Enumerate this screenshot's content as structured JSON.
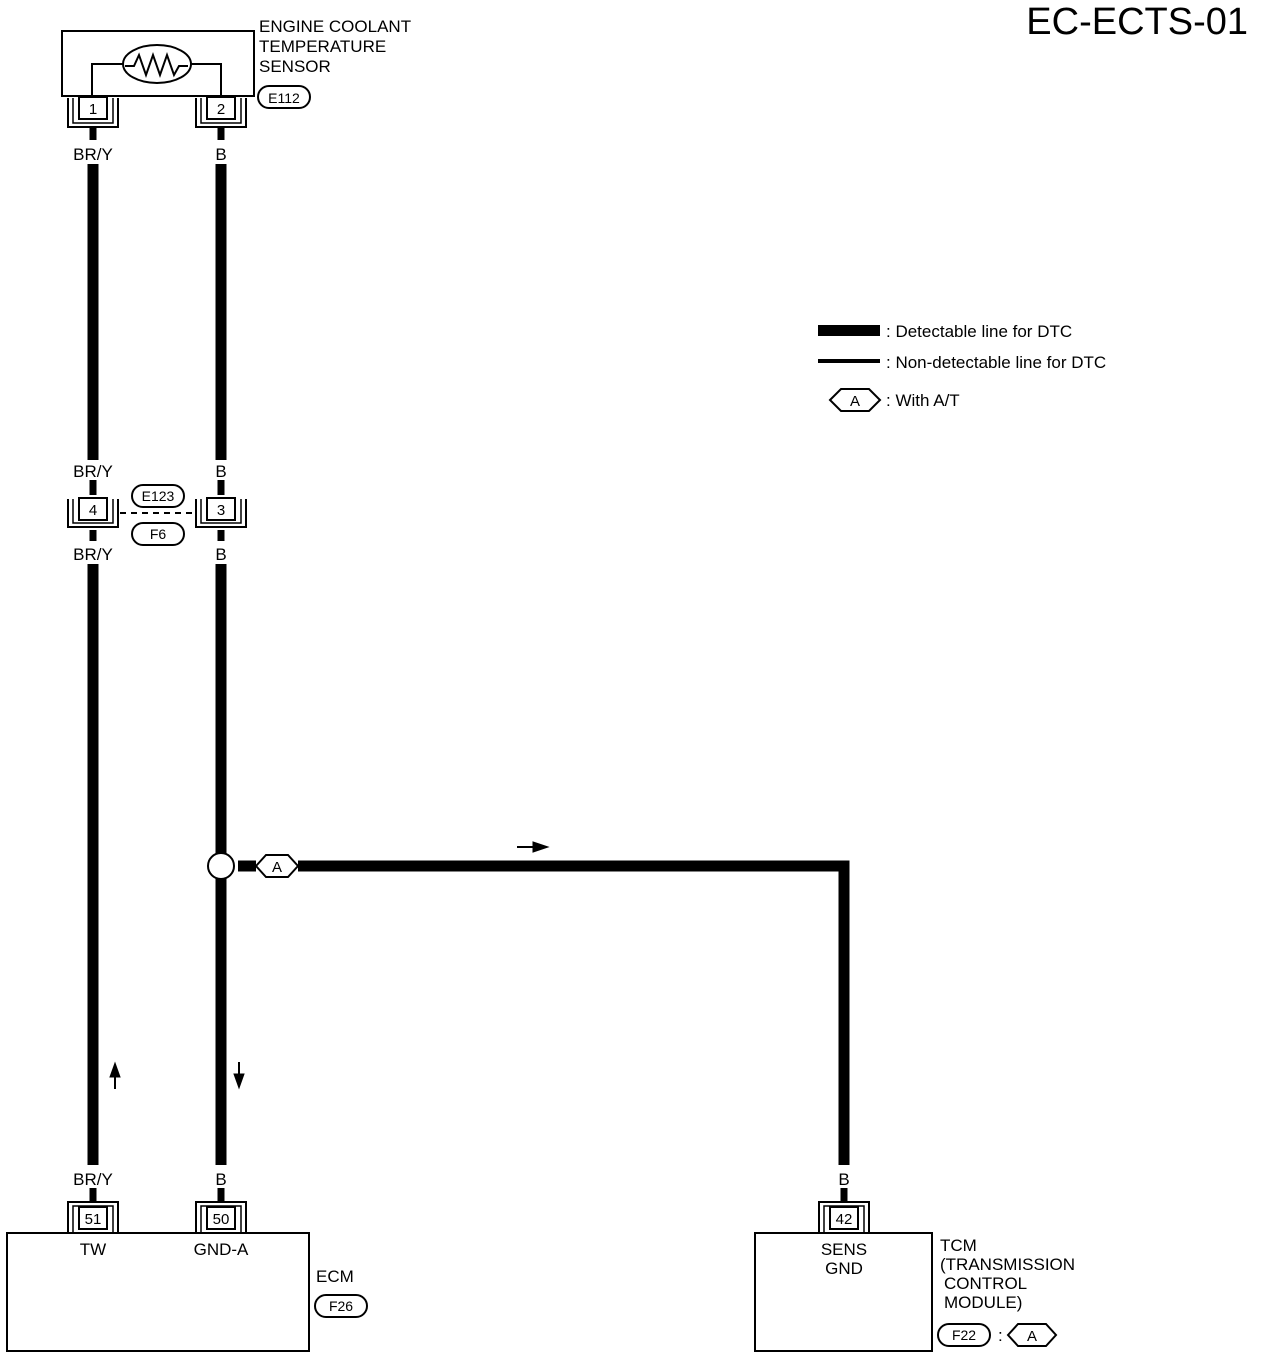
{
  "diagram_id": "EC-ECTS-01",
  "colors": {
    "ink": "#000000",
    "paper": "#ffffff"
  },
  "sensor": {
    "name_lines": [
      "ENGINE COOLANT",
      "TEMPERATURE",
      "SENSOR"
    ],
    "connector": "E112",
    "pins": [
      "1",
      "2"
    ]
  },
  "wires": {
    "left_color": "BR/Y",
    "right_color": "B"
  },
  "joint_connector": {
    "pins": [
      "4",
      "3"
    ],
    "top_connector": "E123",
    "bottom_connector": "F6"
  },
  "ecm": {
    "name": "ECM",
    "connector": "F26",
    "pins": [
      "51",
      "50"
    ],
    "terminals": [
      "TW",
      "GND-A"
    ]
  },
  "tcm": {
    "name_lines": [
      "TCM",
      "(TRANSMISSION",
      "CONTROL",
      "MODULE)"
    ],
    "connector": "F22",
    "pin": "42",
    "terminal_lines": [
      "SENS",
      "GND"
    ],
    "wire_color": "B"
  },
  "option_marker": "A",
  "legend": {
    "detectable": ": Detectable line for DTC",
    "non_detectable": ": Non-detectable line for DTC",
    "with_at": ": With A/T"
  }
}
